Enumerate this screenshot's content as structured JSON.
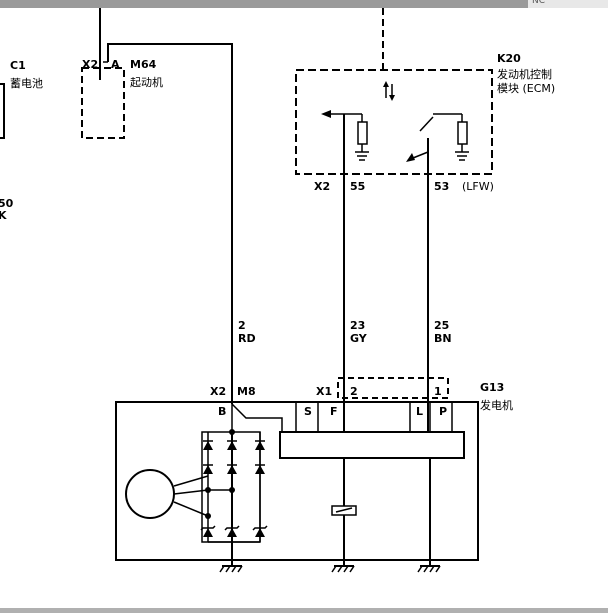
{
  "top_corner_text": "NC",
  "battery": {
    "ref": "C1",
    "name": "蓄电池"
  },
  "left_partial": {
    "line1": "50",
    "line2": "K"
  },
  "starter": {
    "connector": "X2",
    "pin": "A",
    "ref": "M64",
    "name": "起动机"
  },
  "ecm": {
    "ref": "K20",
    "name_line1": "发动机控制",
    "name_line2": "模块 (ECM)",
    "connector": "X2",
    "pin_left": "55",
    "pin_right": "53",
    "option": "(LFW)"
  },
  "wires": [
    {
      "circuit": "2",
      "color": "RD"
    },
    {
      "circuit": "23",
      "color": "GY"
    },
    {
      "circuit": "25",
      "color": "BN"
    }
  ],
  "generator": {
    "ref": "G13",
    "name": "发电机",
    "connector_b": "X2",
    "terminal_b": "M8",
    "connector_reg": "X1",
    "reg_pin_2": "2",
    "reg_pin_1": "1",
    "terminals": [
      "B",
      "S",
      "F",
      "L",
      "P"
    ]
  }
}
